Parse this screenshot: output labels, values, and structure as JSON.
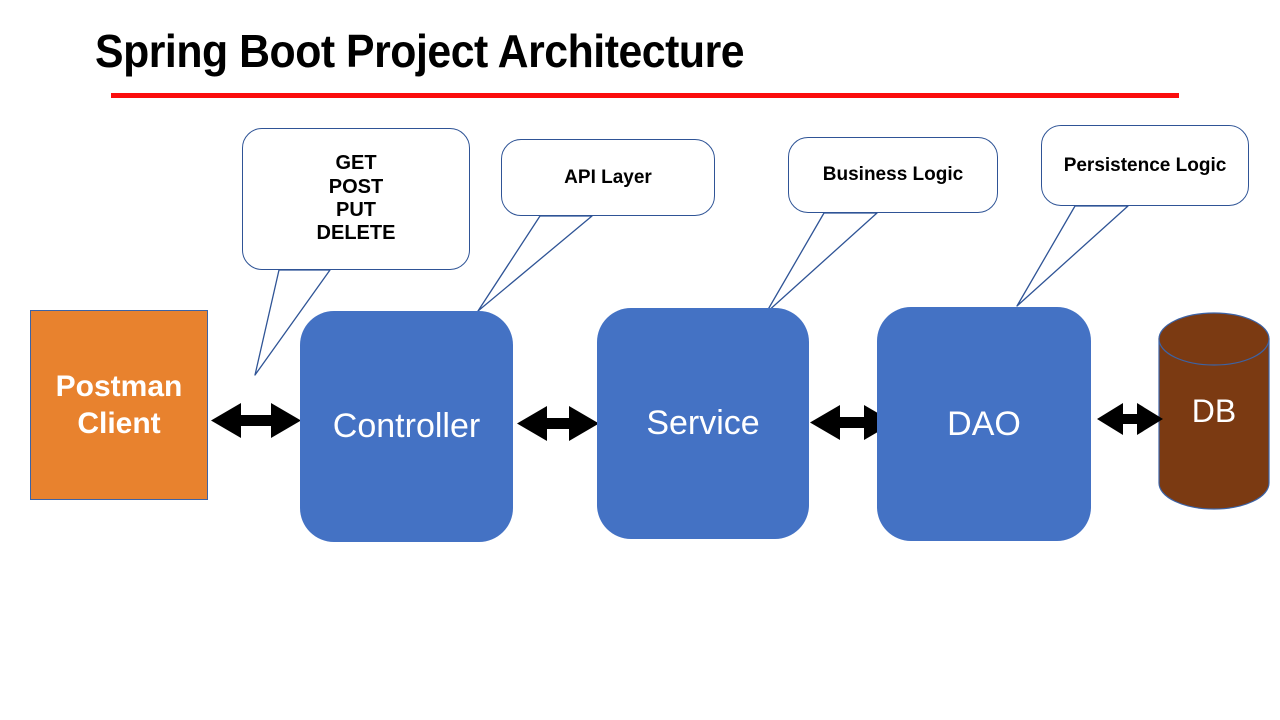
{
  "slide": {
    "title": "Spring Boot Project Architecture",
    "background_color": "#FFFFFF",
    "rule_color": "#FB0D0D"
  },
  "colors": {
    "title_rule": "#FB0D0D",
    "client_box": "#E8822E",
    "layer_box": "#4472C4",
    "database": "#7B3A12",
    "callout_border": "#2F5496",
    "arrow": "#000000",
    "text_on_fill": "#FFFFFF"
  },
  "callouts": [
    {
      "id": "http-methods",
      "text": "GET\nPOST\nPUT\nDELETE",
      "points_to": "postman-client"
    },
    {
      "id": "api-layer",
      "text": "API Layer",
      "points_to": "controller"
    },
    {
      "id": "business-logic",
      "text": "Business Logic",
      "points_to": "service"
    },
    {
      "id": "persistence-logic",
      "text": "Persistence Logic",
      "points_to": "dao"
    }
  ],
  "nodes": [
    {
      "id": "postman-client",
      "label": "Postman\nClient",
      "shape": "rectangle",
      "fill": "#E8822E"
    },
    {
      "id": "controller",
      "label": "Controller",
      "shape": "rounded-rectangle",
      "fill": "#4472C4"
    },
    {
      "id": "service",
      "label": "Service",
      "shape": "rounded-rectangle",
      "fill": "#4472C4"
    },
    {
      "id": "dao",
      "label": "DAO",
      "shape": "rounded-rectangle",
      "fill": "#4472C4"
    },
    {
      "id": "db",
      "label": "DB",
      "shape": "cylinder",
      "fill": "#7B3A12"
    }
  ],
  "connectors": [
    {
      "from": "postman-client",
      "to": "controller",
      "style": "double-arrow"
    },
    {
      "from": "controller",
      "to": "service",
      "style": "double-arrow"
    },
    {
      "from": "service",
      "to": "dao",
      "style": "double-arrow"
    },
    {
      "from": "dao",
      "to": "db",
      "style": "double-arrow"
    }
  ]
}
